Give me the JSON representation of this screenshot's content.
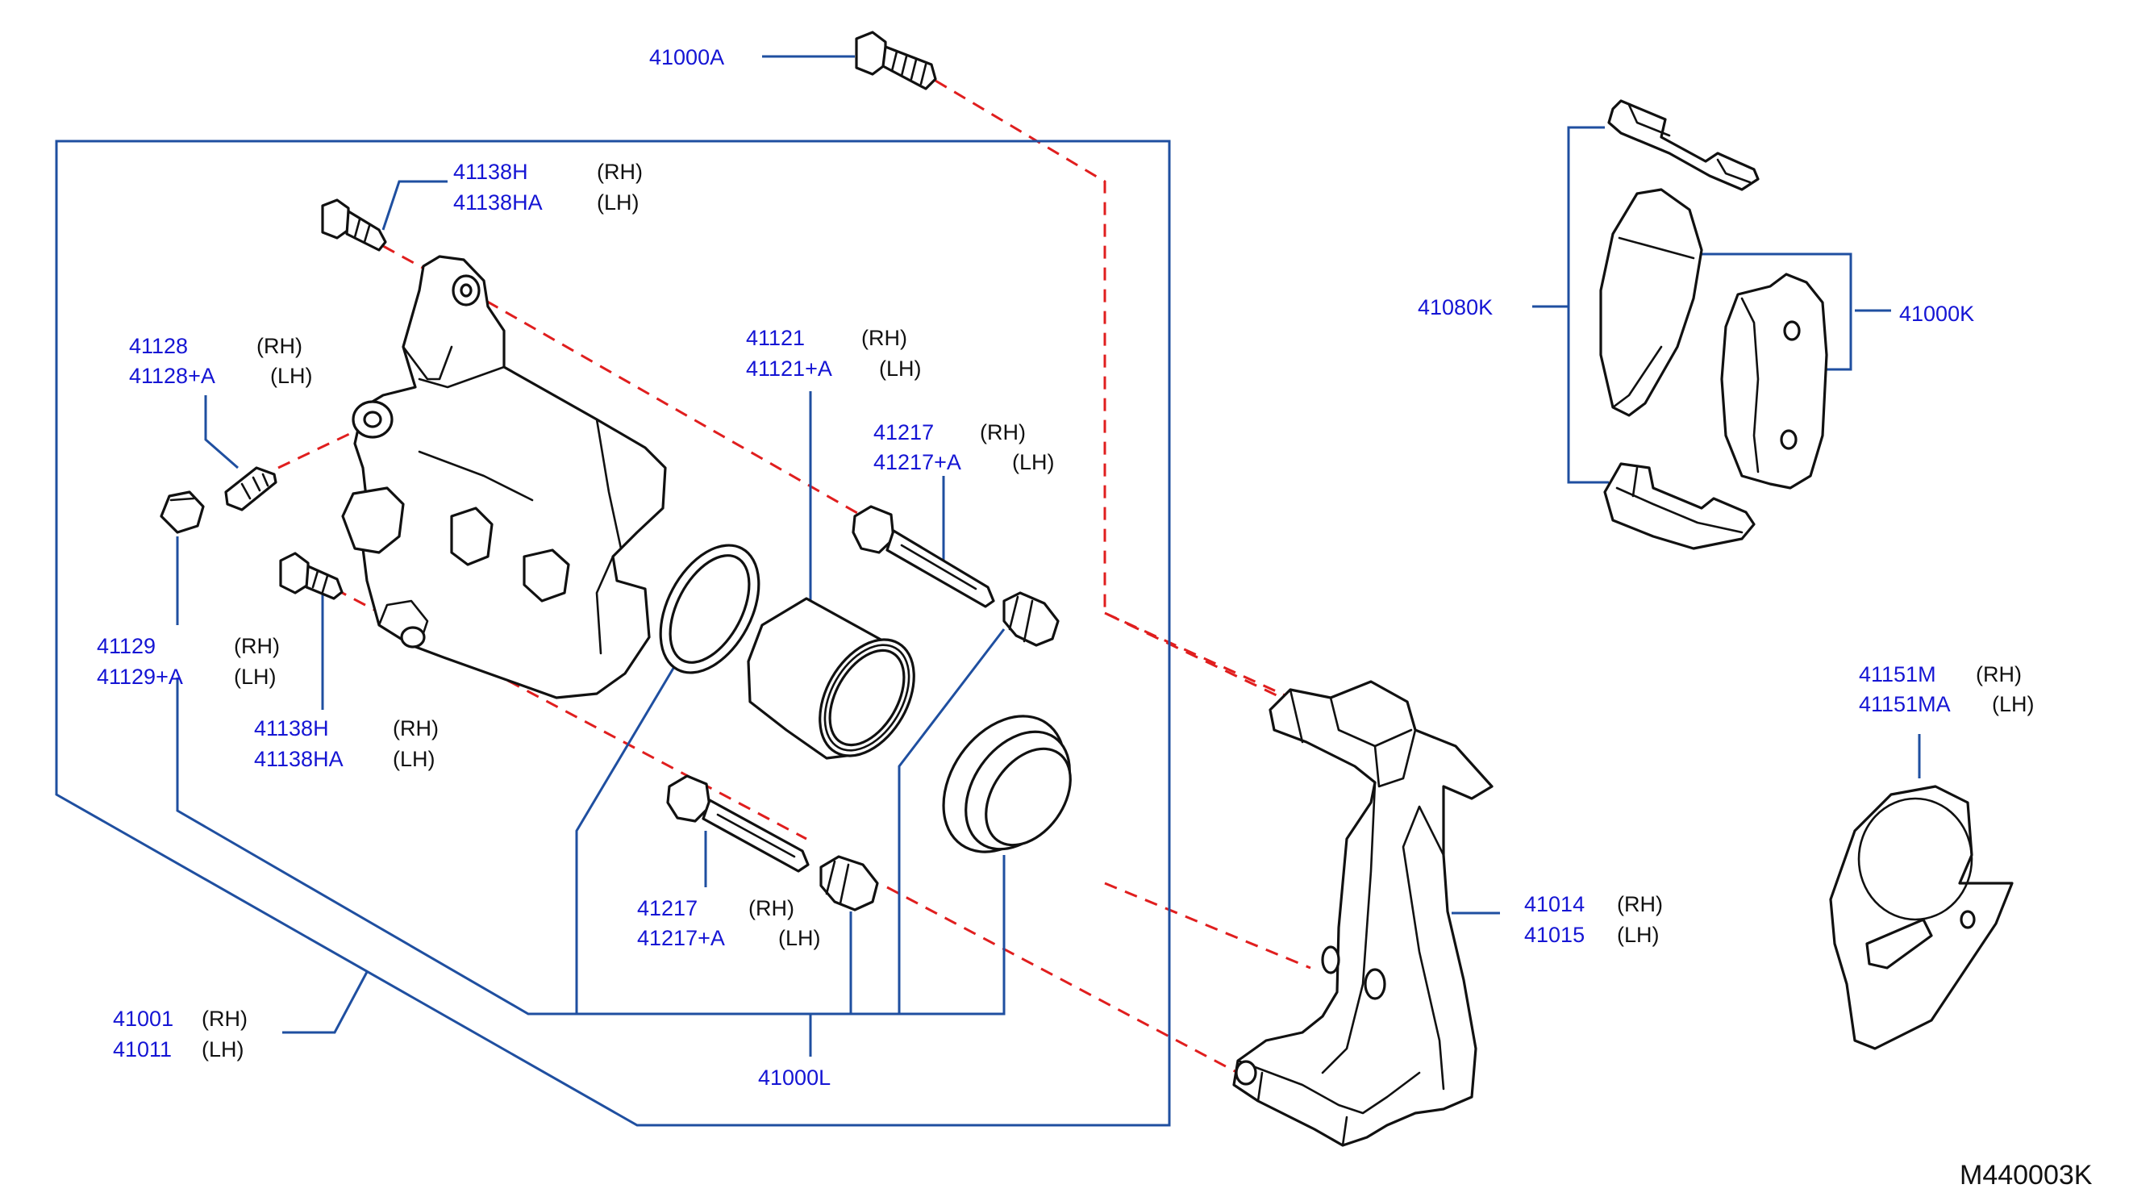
{
  "labels": {
    "bolt_41000A": "41000A",
    "bolt_top_rh": "41138H",
    "bolt_top_lh": "41138HA",
    "bolt_top_rh_side": "(RH)",
    "bolt_top_lh_side": "(LH)",
    "bleeder_rh": "41128",
    "bleeder_lh": "41128+A",
    "bleeder_rh_side": "(RH)",
    "bleeder_lh_side": "(LH)",
    "cap_rh": "41129",
    "cap_lh": "41129+A",
    "cap_rh_side": "(RH)",
    "cap_lh_side": "(LH)",
    "bolt_low_rh": "41138H",
    "bolt_low_lh": "41138HA",
    "bolt_low_rh_side": "(RH)",
    "bolt_low_lh_side": "(LH)",
    "piston_rh": "41121",
    "piston_lh": "41121+A",
    "piston_rh_side": "(RH)",
    "piston_lh_side": "(LH)",
    "pin_top_rh": "41217",
    "pin_top_lh": "41217+A",
    "pin_top_rh_side": "(RH)",
    "pin_top_lh_side": "(LH)",
    "pin_low_rh": "41217",
    "pin_low_lh": "41217+A",
    "pin_low_rh_side": "(RH)",
    "pin_low_lh_side": "(LH)",
    "caliper_rh": "41001",
    "caliper_lh": "41011",
    "caliper_rh_side": "(RH)",
    "caliper_lh_side": "(LH)",
    "seal_kit": "41000L",
    "hardware_kit": "41080K",
    "pad_kit": "41000K",
    "support_rh": "41014",
    "support_lh": "41015",
    "support_rh_side": "(RH)",
    "support_lh_side": "(LH)",
    "shield_rh": "41151M",
    "shield_lh": "41151MA",
    "shield_rh_side": "(RH)",
    "shield_lh_side": "(LH)",
    "diagram_code": "M440003K"
  },
  "colors": {
    "part_number": "#1515d4",
    "leader_line": "#1f4fa0",
    "assembly_line": "#e01e1e",
    "outline": "#111111"
  }
}
